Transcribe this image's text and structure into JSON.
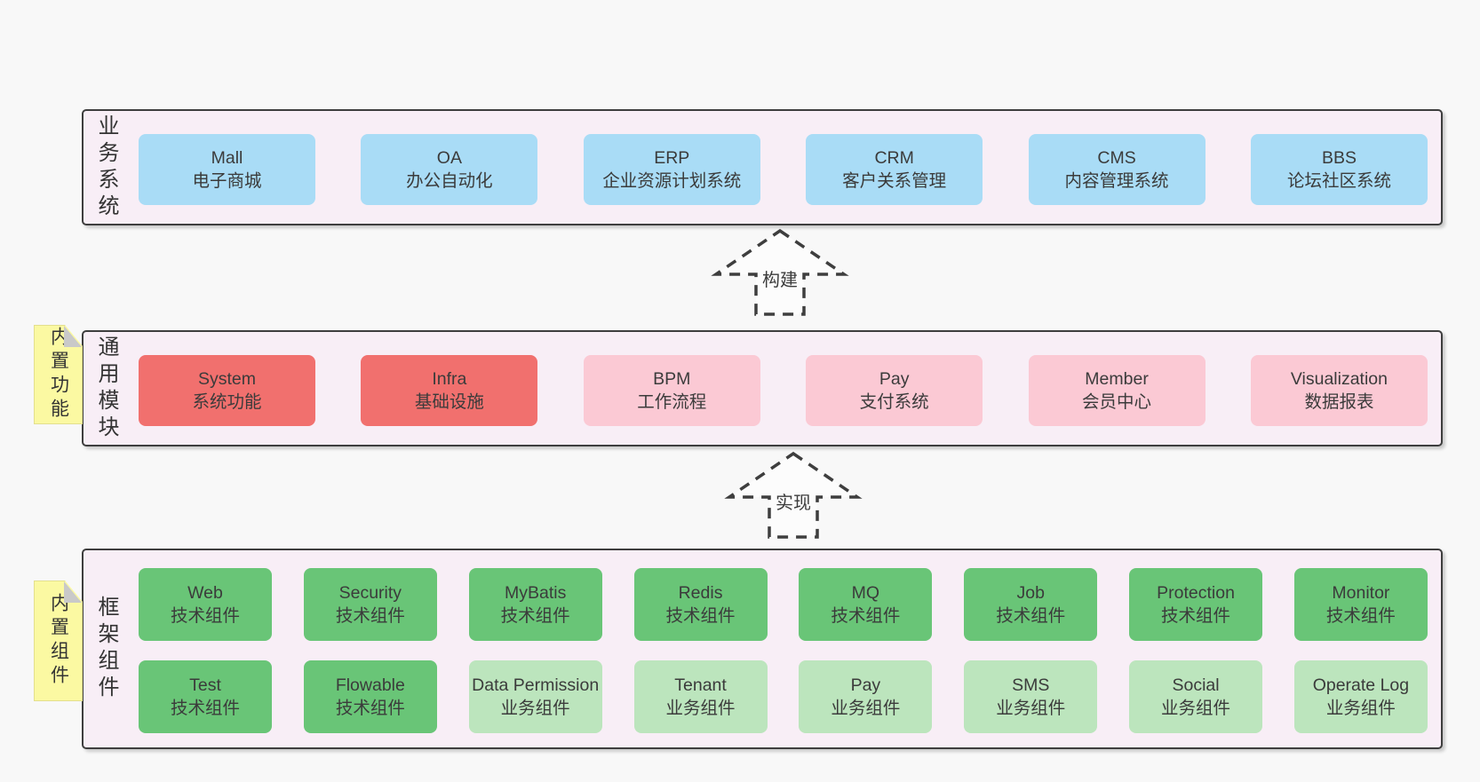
{
  "colors": {
    "layer_bg": "#f8eef6",
    "blue": "#a9dcf6",
    "red": "#f1706e",
    "pink": "#fbc9d4",
    "green": "#69c577",
    "lightgreen": "#bce5bd",
    "note": "#fbf9a2"
  },
  "layers": [
    {
      "label": "业务系统",
      "note": "",
      "rows": [
        [
          {
            "en": "Mall",
            "zh": "电子商城",
            "variant": "blue"
          },
          {
            "en": "OA",
            "zh": "办公自动化",
            "variant": "blue"
          },
          {
            "en": "ERP",
            "zh": "企业资源计划系统",
            "variant": "blue"
          },
          {
            "en": "CRM",
            "zh": "客户关系管理",
            "variant": "blue"
          },
          {
            "en": "CMS",
            "zh": "内容管理系统",
            "variant": "blue"
          },
          {
            "en": "BBS",
            "zh": "论坛社区系统",
            "variant": "blue"
          }
        ]
      ]
    },
    {
      "label": "通用模块",
      "note": "内置功能",
      "rows": [
        [
          {
            "en": "System",
            "zh": "系统功能",
            "variant": "red"
          },
          {
            "en": "Infra",
            "zh": "基础设施",
            "variant": "red"
          },
          {
            "en": "BPM",
            "zh": "工作流程",
            "variant": "pink"
          },
          {
            "en": "Pay",
            "zh": "支付系统",
            "variant": "pink"
          },
          {
            "en": "Member",
            "zh": "会员中心",
            "variant": "pink"
          },
          {
            "en": "Visualization",
            "zh": "数据报表",
            "variant": "pink"
          }
        ]
      ]
    },
    {
      "label": "框架组件",
      "note": "内置组件",
      "rows": [
        [
          {
            "en": "Web",
            "zh": "技术组件",
            "variant": "green"
          },
          {
            "en": "Security",
            "zh": "技术组件",
            "variant": "green"
          },
          {
            "en": "MyBatis",
            "zh": "技术组件",
            "variant": "green"
          },
          {
            "en": "Redis",
            "zh": "技术组件",
            "variant": "green"
          },
          {
            "en": "MQ",
            "zh": "技术组件",
            "variant": "green"
          },
          {
            "en": "Job",
            "zh": "技术组件",
            "variant": "green"
          },
          {
            "en": "Protection",
            "zh": "技术组件",
            "variant": "green"
          },
          {
            "en": "Monitor",
            "zh": "技术组件",
            "variant": "green"
          }
        ],
        [
          {
            "en": "Test",
            "zh": "技术组件",
            "variant": "green"
          },
          {
            "en": "Flowable",
            "zh": "技术组件",
            "variant": "green"
          },
          {
            "en": "Data Permission",
            "zh": "业务组件",
            "variant": "lightgreen"
          },
          {
            "en": "Tenant",
            "zh": "业务组件",
            "variant": "lightgreen"
          },
          {
            "en": "Pay",
            "zh": "业务组件",
            "variant": "lightgreen"
          },
          {
            "en": "SMS",
            "zh": "业务组件",
            "variant": "lightgreen"
          },
          {
            "en": "Social",
            "zh": "业务组件",
            "variant": "lightgreen"
          },
          {
            "en": "Operate Log",
            "zh": "业务组件",
            "variant": "lightgreen"
          }
        ]
      ]
    }
  ],
  "arrows": [
    {
      "label": "构建"
    },
    {
      "label": "实现"
    }
  ]
}
